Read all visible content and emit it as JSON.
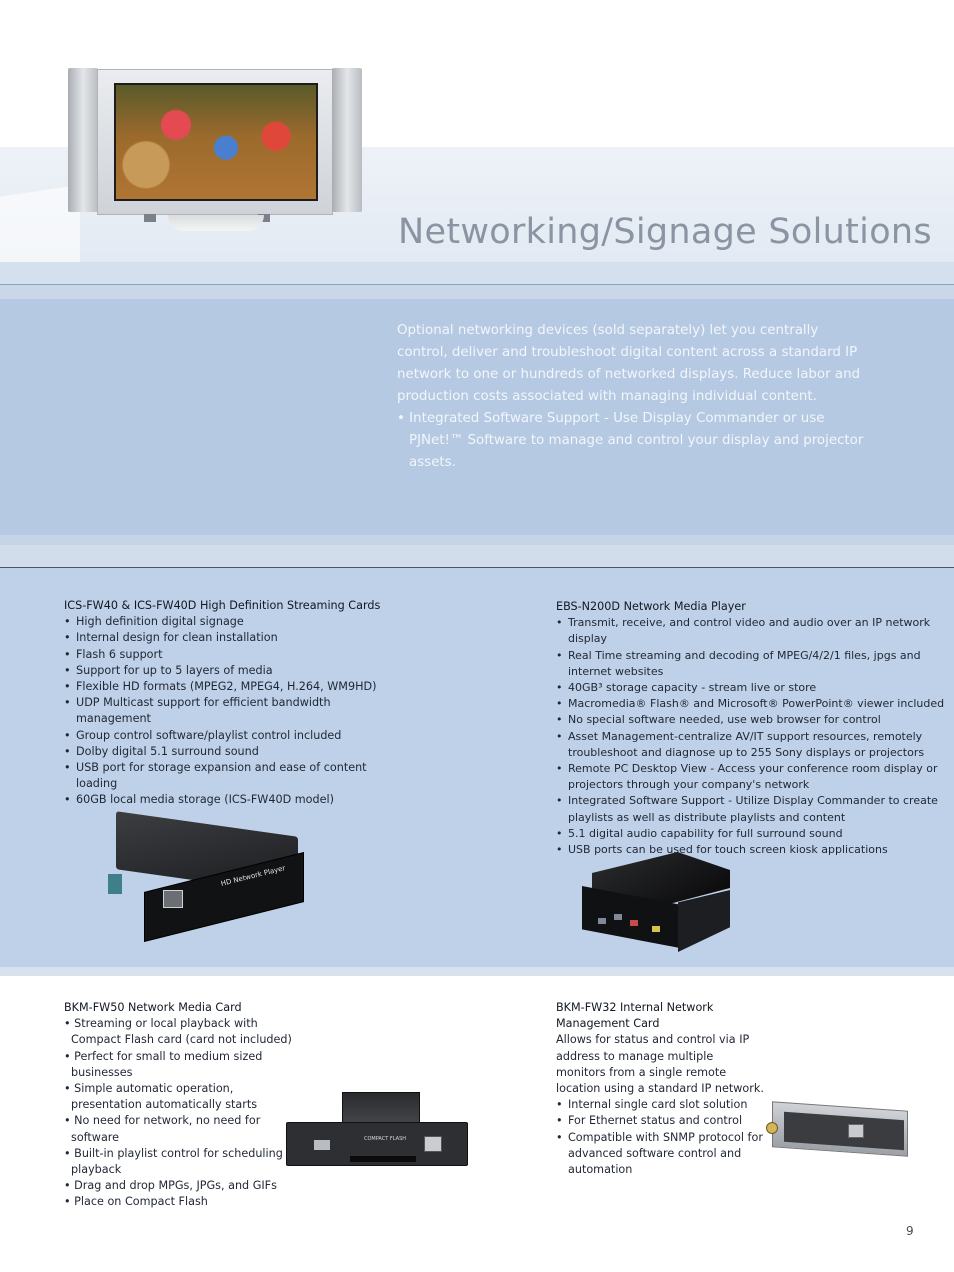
{
  "title": "Networking/Signage Solutions",
  "intro": {
    "paragraph": "Optional networking devices (sold separately) let you centrally control, deliver and troubleshoot digital content across a standard IP network to one or hundreds of networked displays. Reduce labor and production costs associated with managing individual content.",
    "bullet": "• Integrated Software Support - Use Display Commander or use PJNet!™ Software to manage and control your display and projector assets."
  },
  "products": {
    "fw40": {
      "title": "ICS-FW40 & ICS-FW40D High Definition Streaming Cards",
      "items": [
        "High definition digital signage",
        "Internal design for clean installation",
        "Flash 6 support",
        "Support for up to 5 layers of media",
        "Flexible HD formats (MPEG2, MPEG4, H.264, WM9HD)",
        "UDP Multicast support for efficient bandwidth management",
        "Group control software/playlist control included",
        "Dolby digital 5.1 surround sound",
        "USB port for storage expansion and ease of content loading",
        "60GB local media storage (ICS-FW40D model)"
      ],
      "image_label": "HD Network Player"
    },
    "n200d": {
      "title": "EBS-N200D Network Media Player",
      "items": [
        "Transmit, receive, and control video and audio over an IP network display",
        "Real Time streaming and decoding of MPEG/4/2/1 files, jpgs and internet websites",
        "40GB³ storage capacity - stream live or store",
        "Macromedia® Flash® and Microsoft® PowerPoint® viewer included",
        "No special software needed, use web browser for control",
        "Asset Management-centralize AV/IT support resources, remotely troubleshoot and diagnose up to 255 Sony displays or projectors",
        "Remote PC Desktop View - Access your conference room display or projectors through your company's network",
        "Integrated Software Support - Utilize Display Commander to create playlists as well as distribute playlists and content",
        "5.1 digital audio capability for full surround sound",
        "USB ports can be used for touch screen kiosk applications"
      ]
    },
    "fw50": {
      "title": "BKM-FW50 Network Media Card",
      "items": [
        "• Streaming or local playback with Compact Flash card (card not included)",
        "• Perfect for small to medium sized businesses",
        "• Simple automatic operation, presentation automatically starts",
        "• No need for network, no need for software",
        "• Built-in playlist control for scheduling of playback",
        "• Drag and drop MPGs, JPGs, and GIFs",
        "• Place on Compact Flash"
      ],
      "image_label": "COMPACT FLASH"
    },
    "fw32": {
      "title": "BKM-FW32 Internal Network Management Card",
      "description": "Allows for status and control via IP address to manage multiple monitors from a single remote location using a standard IP network.",
      "items": [
        "Internal single card slot solution",
        "For Ethernet status and control",
        "Compatible with SNMP protocol for advanced software control and automation"
      ]
    }
  },
  "page_number": "9"
}
